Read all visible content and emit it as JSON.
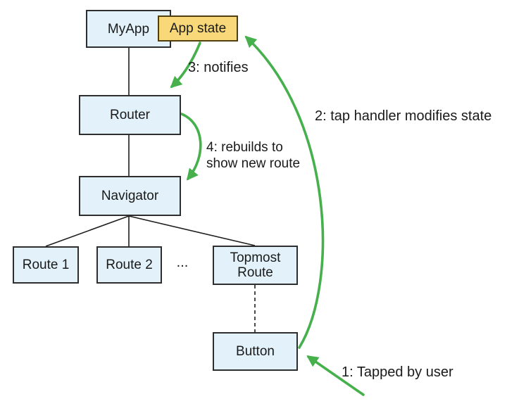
{
  "diagram": {
    "nodes": {
      "myapp": {
        "label": "MyApp"
      },
      "appstate": {
        "label": "App state"
      },
      "router": {
        "label": "Router"
      },
      "navigator": {
        "label": "Navigator"
      },
      "route1": {
        "label": "Route 1"
      },
      "route2": {
        "label": "Route 2"
      },
      "topmost": {
        "label": "Topmost Route"
      },
      "button": {
        "label": "Button"
      },
      "ellipsis": {
        "label": "..."
      }
    },
    "annotations": {
      "step1": "1: Tapped by user",
      "step2": "2: tap handler modifies state",
      "step3": "3: notifies",
      "step4": "4: rebuilds to\nshow new route"
    },
    "colors": {
      "arrow_green": "#45b04c",
      "node_fill": "#e3f2fa",
      "node_border": "#2e2e2e",
      "state_fill": "#f8d878",
      "state_border": "#51400e",
      "connector": "#1d1d1d"
    }
  }
}
